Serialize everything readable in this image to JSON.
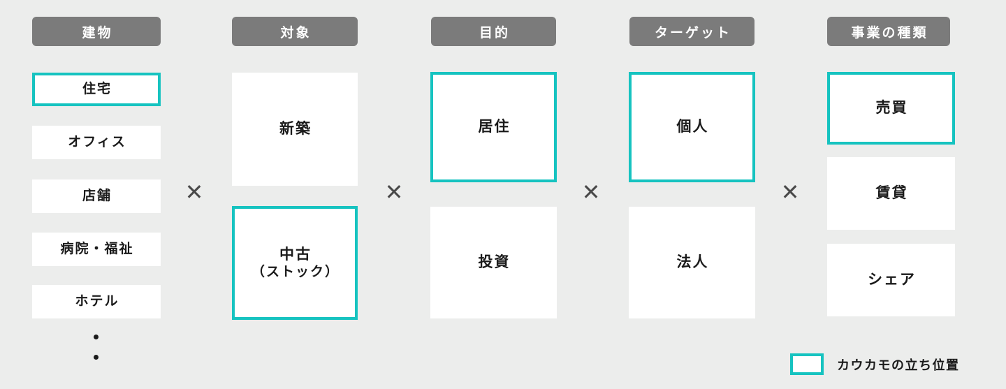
{
  "theme": {
    "background": "#ecedec",
    "header_pill": "#7b7b7b",
    "header_text": "#ffffff",
    "cell_background": "#ffffff",
    "cell_text": "#1a1a1a",
    "highlight_border": "#16c3c0",
    "multiply_glyph_color": "#4a4a4a"
  },
  "columns": [
    {
      "id": "building",
      "header": "建物",
      "items": [
        {
          "label": "住宅",
          "highlighted": true
        },
        {
          "label": "オフィス",
          "highlighted": false
        },
        {
          "label": "店舗",
          "highlighted": false
        },
        {
          "label": "病院・福祉",
          "highlighted": false
        },
        {
          "label": "ホテル",
          "highlighted": false
        }
      ],
      "has_ellipsis": true
    },
    {
      "id": "target-stock",
      "header": "対象",
      "items": [
        {
          "label": "新築",
          "highlighted": false
        },
        {
          "label": "中古",
          "sublabel": "（ストック）",
          "highlighted": true
        }
      ],
      "has_ellipsis": false
    },
    {
      "id": "purpose",
      "header": "目的",
      "items": [
        {
          "label": "居住",
          "highlighted": true
        },
        {
          "label": "投資",
          "highlighted": false
        }
      ],
      "has_ellipsis": false
    },
    {
      "id": "customer-target",
      "header": "ターゲット",
      "items": [
        {
          "label": "個人",
          "highlighted": true
        },
        {
          "label": "法人",
          "highlighted": false
        }
      ],
      "has_ellipsis": false
    },
    {
      "id": "business-type",
      "header": "事業の種類",
      "items": [
        {
          "label": "売買",
          "highlighted": true
        },
        {
          "label": "賃貸",
          "highlighted": false
        },
        {
          "label": "シェア",
          "highlighted": false
        }
      ],
      "has_ellipsis": false
    }
  ],
  "operators": [
    {
      "glyph": "✕"
    },
    {
      "glyph": "✕"
    },
    {
      "glyph": "✕"
    },
    {
      "glyph": "✕"
    }
  ],
  "legend": {
    "label": "カウカモの立ち位置"
  }
}
